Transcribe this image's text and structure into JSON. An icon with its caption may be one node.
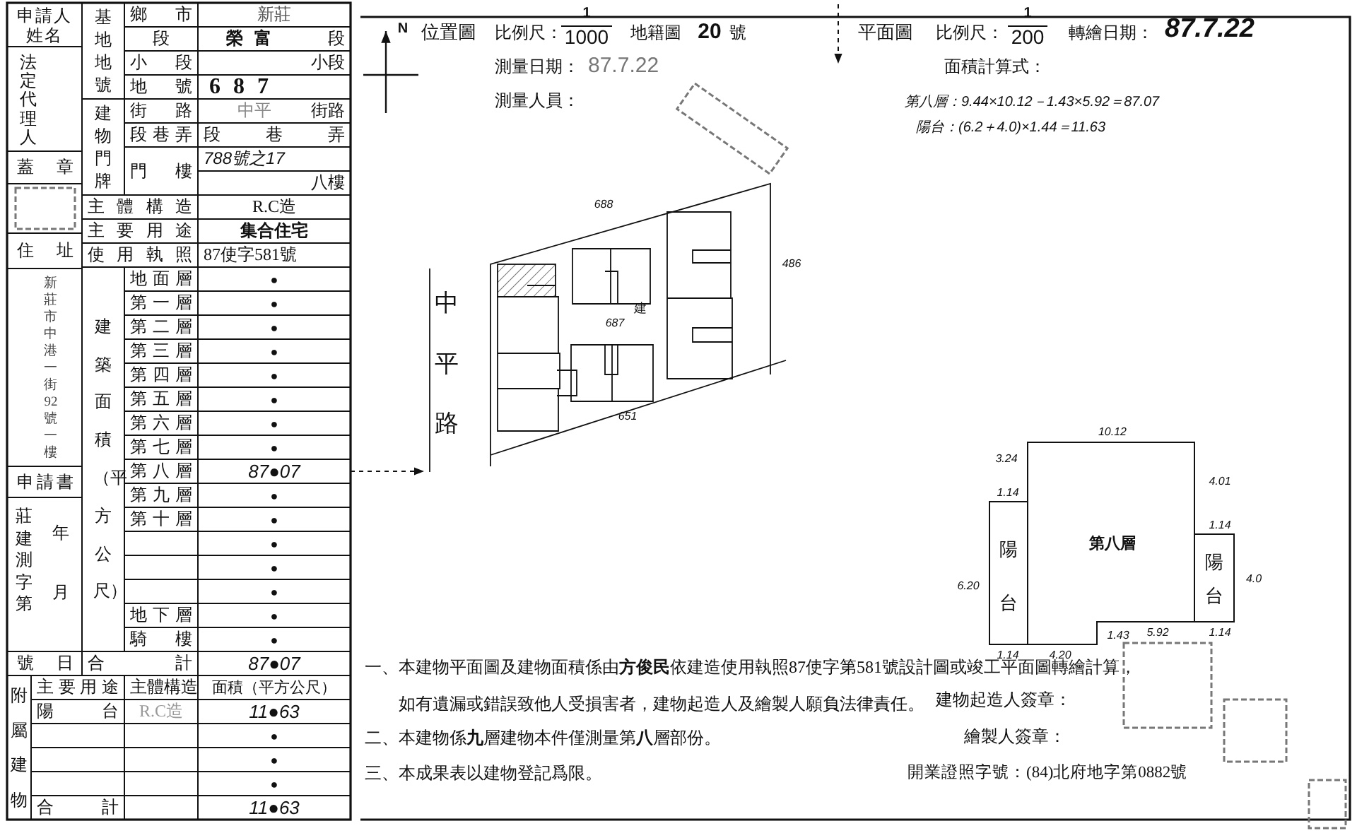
{
  "diagram": {
    "nodes": [
      {
        "text": [
          "87●07"
        ]
      },
      {
        "text": [
          "688",
          "486",
          "687",
          "建",
          "651",
          "中平路"
        ]
      },
      {
        "text": [],
        "shape": "box"
      },
      {
        "text": [],
        "shape": "box"
      },
      {
        "text": [],
        "shape": "box"
      },
      {
        "text": [],
        "shape": "box"
      },
      {
        "text": [],
        "shape": "box"
      }
    ],
    "edges": [
      {
        "from": 0,
        "to": 1,
        "arrow": "to",
        "style": "dashed"
      }
    ],
    "labels": [
      "申請人姓名",
      "法定代理人",
      "蓋章",
      "住址",
      "新莊市中港一街92號一樓",
      "申請書",
      "莊建測字第",
      "年",
      "月",
      "號日",
      "基地地號",
      "鄉市",
      "新莊",
      "段",
      "榮富",
      "段",
      "小段",
      "小段",
      "地號",
      "687",
      "建物門牌",
      "街路",
      "中平",
      "街路",
      "段巷弄",
      "段巷弄",
      "門樓",
      "788號之17",
      "八樓",
      "主體構造",
      "R.C造",
      "主要用途",
      "集合住宅",
      "使用執照",
      "87使字581號",
      "建築面積（平方公尺）",
      "地面層",
      "●",
      "第一層",
      "●",
      "第二層",
      "●",
      "第三層",
      "●",
      "第四層",
      "●",
      "第五層",
      "●",
      "第六層",
      "●",
      "第七層",
      "●",
      "第八層",
      "第九層",
      "●",
      "第十層",
      "●",
      "●",
      "●",
      "●",
      "地下層",
      "●",
      "騎樓",
      "●",
      "合計",
      "87●07",
      "附屬建物",
      "主要用途",
      "主體構造",
      "面積（平方公尺）",
      "陽台",
      "R.C造",
      "11●63",
      "●",
      "●",
      "●",
      "合計",
      "11●63",
      "N",
      "位置圖",
      "比例尺：",
      "1",
      "1000",
      "地籍圖",
      "20",
      "號",
      "測量日期：",
      "87.7.22",
      "測量人員：",
      "平面圖",
      "比例尺：",
      "1",
      "200",
      "轉繪日期：",
      "87.7.22",
      "面積計算式：",
      "第八層：9.44×10.12－1.43×5.92＝87.07",
      "陽台：(6.2＋4.0)×1.44＝11.63",
      "10.12",
      "3.24",
      "4.01",
      "1.14",
      "1.14",
      "第八層",
      "陽台",
      "6.20",
      "陽台",
      "4.0",
      "1.43",
      "5.92",
      "1.14",
      "1.14",
      "4.20",
      "一、本建物平面圖及建物面積係由**方俊民**依建造使用執照87使字第581號設計圖或竣工平面圖轉繪計算，如有遺漏或錯誤致他人受損害者，建物起造人及繪製人願負法律責任。",
      "二、本建物係**九**層建物本件僅測量第**八**層部份。",
      "三、本成果表以建物登記爲限。",
      "建物起造人簽章：",
      "繪製人簽章：",
      "開業證照字號：(84)北府地字第0882號"
    ]
  }
}
